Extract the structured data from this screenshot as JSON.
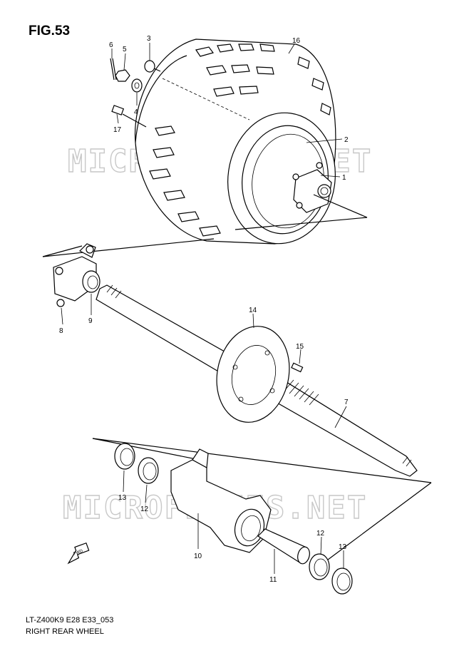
{
  "figure": {
    "title": "FIG.53",
    "model_code": "LT-Z400K9 E28 E33_053",
    "caption": "RIGHT REAR WHEEL"
  },
  "watermark": {
    "text": "MICROFICHES.NET"
  },
  "fwd_label": "FWD",
  "callouts": [
    {
      "id": "c1",
      "label": "1"
    },
    {
      "id": "c2",
      "label": "2"
    },
    {
      "id": "c3",
      "label": "3"
    },
    {
      "id": "c4",
      "label": "4"
    },
    {
      "id": "c5",
      "label": "5"
    },
    {
      "id": "c6",
      "label": "6"
    },
    {
      "id": "c7",
      "label": "7"
    },
    {
      "id": "c8",
      "label": "8"
    },
    {
      "id": "c9",
      "label": "9"
    },
    {
      "id": "c10",
      "label": "10"
    },
    {
      "id": "c11",
      "label": "11"
    },
    {
      "id": "c12a",
      "label": "12"
    },
    {
      "id": "c12b",
      "label": "12"
    },
    {
      "id": "c13a",
      "label": "13"
    },
    {
      "id": "c13b",
      "label": "13"
    },
    {
      "id": "c14",
      "label": "14"
    },
    {
      "id": "c15",
      "label": "15"
    },
    {
      "id": "c16",
      "label": "16"
    },
    {
      "id": "c17",
      "label": "17"
    }
  ],
  "colors": {
    "ink": "#000000",
    "watermark": "#c8c8c8",
    "background": "#ffffff"
  }
}
